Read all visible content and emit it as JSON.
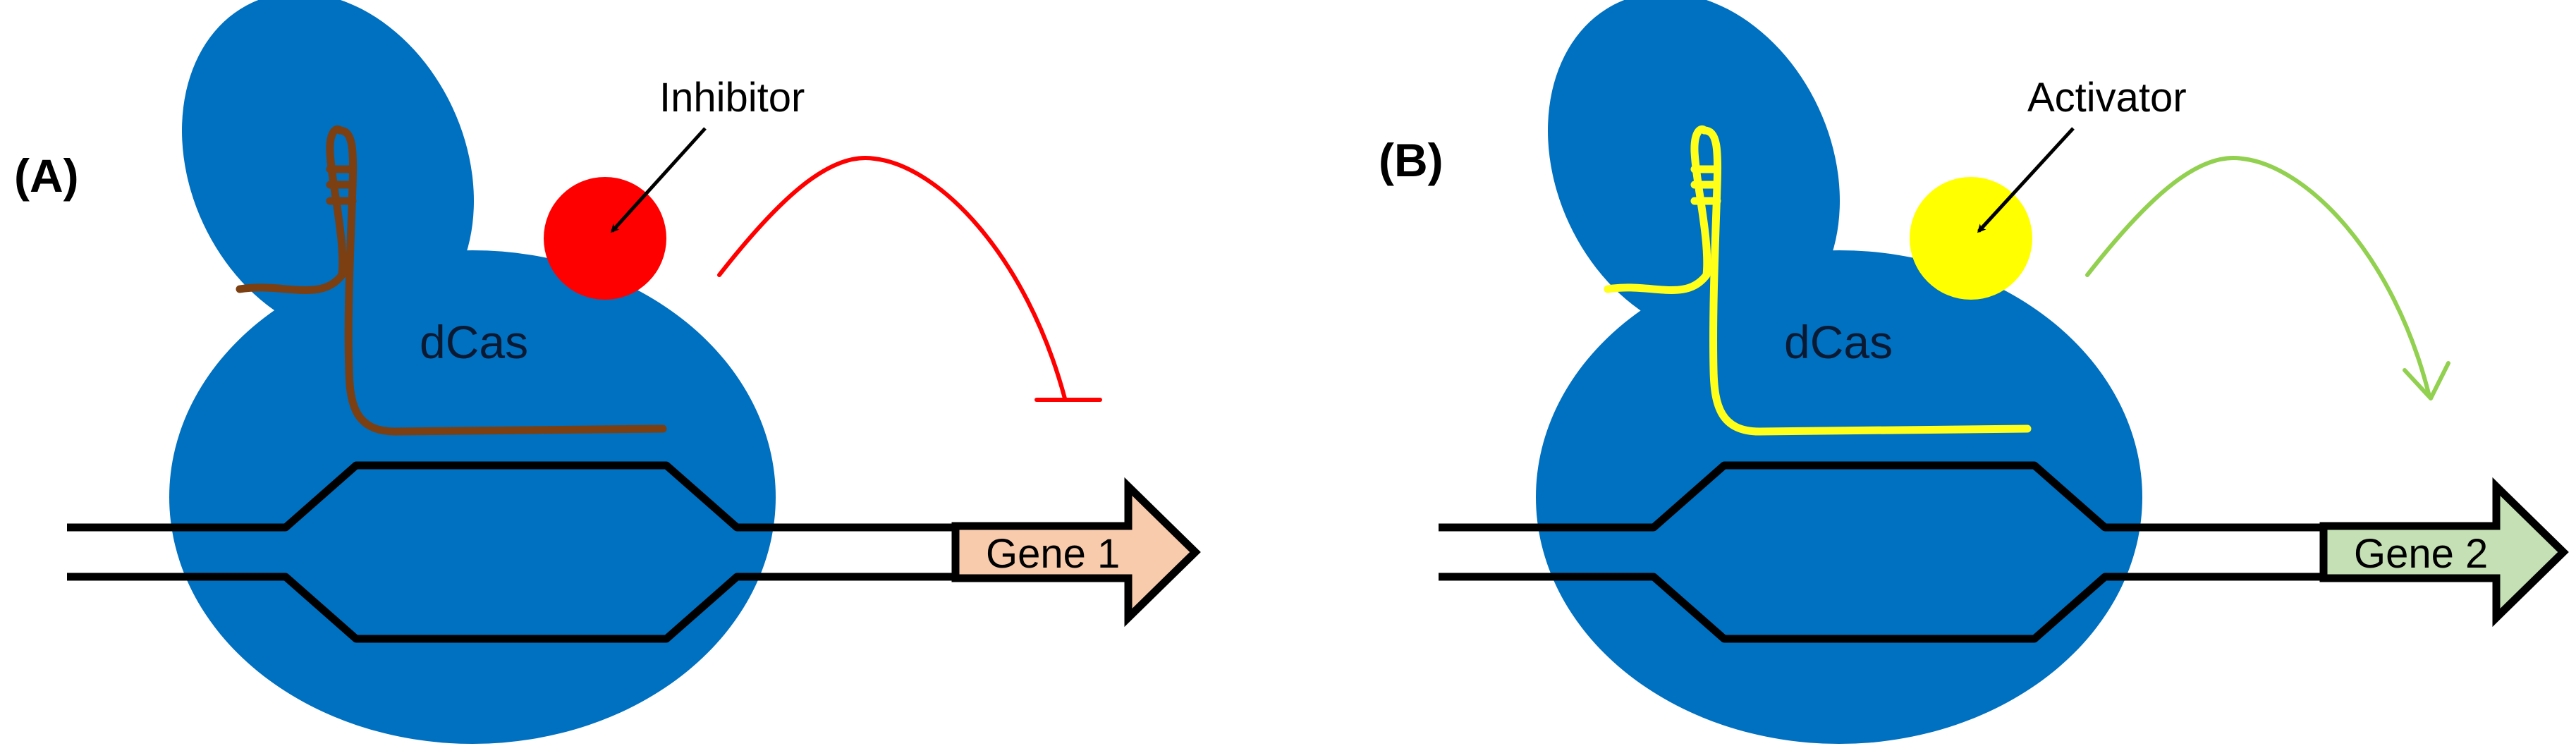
{
  "colors": {
    "dcas_blue": "#0070C0",
    "dna_black": "#000000",
    "guide_rna_a": "#7B3F12",
    "guide_rna_b": "#FFFF1A",
    "inhibitor": "#FF0000",
    "activator": "#FFFF00",
    "repression_line": "#FF0000",
    "activation_line": "#92D050",
    "gene1_fill": "#F8CBAD",
    "gene2_fill": "#C5E0B4"
  },
  "panels": [
    {
      "label": "(A)",
      "protein_label": "dCas",
      "effector_label": "Inhibitor",
      "effector_type": "inhibitor",
      "regulation": "repression",
      "gene_label": "Gene 1"
    },
    {
      "label": "(B)",
      "protein_label": "dCas",
      "effector_label": "Activator",
      "effector_type": "activator",
      "regulation": "activation",
      "gene_label": "Gene 2"
    }
  ]
}
